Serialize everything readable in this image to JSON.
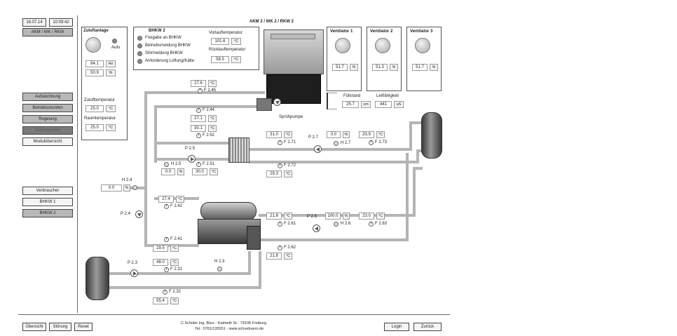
{
  "header": {
    "date": "18.07.14",
    "time": "10:09:42",
    "title": "AKM 2 / WK 2 / RKW 2",
    "nav_current": "AKM / WK / RKW"
  },
  "menu": {
    "items": [
      "Aufzeichnung",
      "Betriebsstunden",
      "Regelung",
      "Zeitprogramm",
      "Modulübersicht"
    ]
  },
  "consumers": {
    "items": [
      "Verbraucher",
      "BHKW 1",
      "BHKW 2"
    ]
  },
  "zuluft": {
    "title": "Zuluftanlage",
    "auto_label": "Auto",
    "value1": "84.1",
    "unit1": "Hz",
    "value2": "50.9",
    "unit2": "%",
    "zuluft_temp_label": "Zulufttemperatur",
    "zuluft_temp": "25.0",
    "zuluft_temp_unit": "°C",
    "raum_temp_label": "Raumtemperatur",
    "raum_temp": "25.0",
    "raum_temp_unit": "°C"
  },
  "bhkw": {
    "title": "BHKW 2",
    "status": [
      "Freigabe an BHKW",
      "Betriebsmeldung BHKW",
      "Störmeldung BHKW",
      "Anforderung Lüftung/Kälte"
    ],
    "vorlauf_label": "Vorlauftemperatur",
    "vorlauf": "101.6",
    "vorlauf_unit": "°C",
    "ruecklauf_label": "Rücklauftemperatur",
    "ruecklauf": "58.5",
    "ruecklauf_unit": "°C"
  },
  "fans": [
    {
      "name": "Ventilator 1",
      "value": "51.7",
      "unit": "%"
    },
    {
      "name": "Ventilator 2",
      "value": "51.3",
      "unit": "%"
    },
    {
      "name": "Ventilator 3",
      "value": "51.7",
      "unit": "%"
    }
  ],
  "cooler": {
    "spray_pump_label": "Sprühpumpe",
    "fuellstand_label": "Füllstand",
    "fuellstand": "25.7",
    "fuellstand_unit": "cm",
    "leitfaehigkeit_label": "Leitfähigkeit",
    "leitfaehigkeit": "441",
    "leitfaehigkeit_unit": "uS"
  },
  "sensors": {
    "f245": {
      "label": "F 2.45",
      "value": "27.6",
      "unit": "°C"
    },
    "f244": {
      "label": "F 2.44",
      "value": "27.1",
      "unit": "°C"
    },
    "f252": {
      "label": "F 2.52",
      "value": "30.1",
      "unit": "°C"
    },
    "f251": {
      "label": "F 2.51",
      "value": "30.0",
      "unit": "°C"
    },
    "f271": {
      "label": "F 2.71",
      "value": "31.0",
      "unit": "°C"
    },
    "f273": {
      "label": "F 2.73",
      "value": "33.9",
      "unit": "°C"
    },
    "f272": {
      "label": "F 2.72",
      "value": "29.3",
      "unit": "°C"
    },
    "f242": {
      "label": "F 2.42",
      "value": "27.4",
      "unit": "°C"
    },
    "f241": {
      "label": "F 2.41",
      "value": "29.5",
      "unit": "°C"
    },
    "f231": {
      "label": "F 2.31",
      "value": "48.0",
      "unit": "°C"
    },
    "f232": {
      "label": "F 2.32",
      "value": "55.4",
      "unit": "°C"
    },
    "f261": {
      "label": "F 2.61",
      "value": "21.8",
      "unit": "°C"
    },
    "f263": {
      "label": "F 2.63",
      "value": "23.0",
      "unit": "°C"
    },
    "f262": {
      "label": "F 2.62",
      "value": "21.8",
      "unit": "°C"
    }
  },
  "pumps": {
    "p25": "P 2.5",
    "p27": "P 2.7",
    "p24": "P 2.4",
    "p26": "P 2.6",
    "p23": "P 2.3"
  },
  "valves": {
    "h25": {
      "label": "H 2.5",
      "value": "0.0",
      "unit": "%"
    },
    "h27": {
      "label": "H 2.7",
      "value": "0.0",
      "unit": "%"
    },
    "h24": {
      "label": "H 2.4",
      "value": "0.0",
      "unit": "%"
    },
    "h26": {
      "label": "H 2.6",
      "value": "100.0",
      "unit": "%"
    },
    "h23": {
      "label": "H 2.3"
    }
  },
  "footer": {
    "overview": "Übersicht",
    "fault": "Störung",
    "reset": "Reset",
    "company_line1": "C.Schüler Ing. Büro - Kalmeth St - 79108 Freiburg",
    "company_line2": "Tel.: 0761/135551 - www.schuebuero.de",
    "login": "Login",
    "back": "Zurück"
  },
  "colors": {
    "pipe": "#b4b4b4",
    "panel_border": "#555555",
    "button_gray": "#b8b8b8"
  }
}
